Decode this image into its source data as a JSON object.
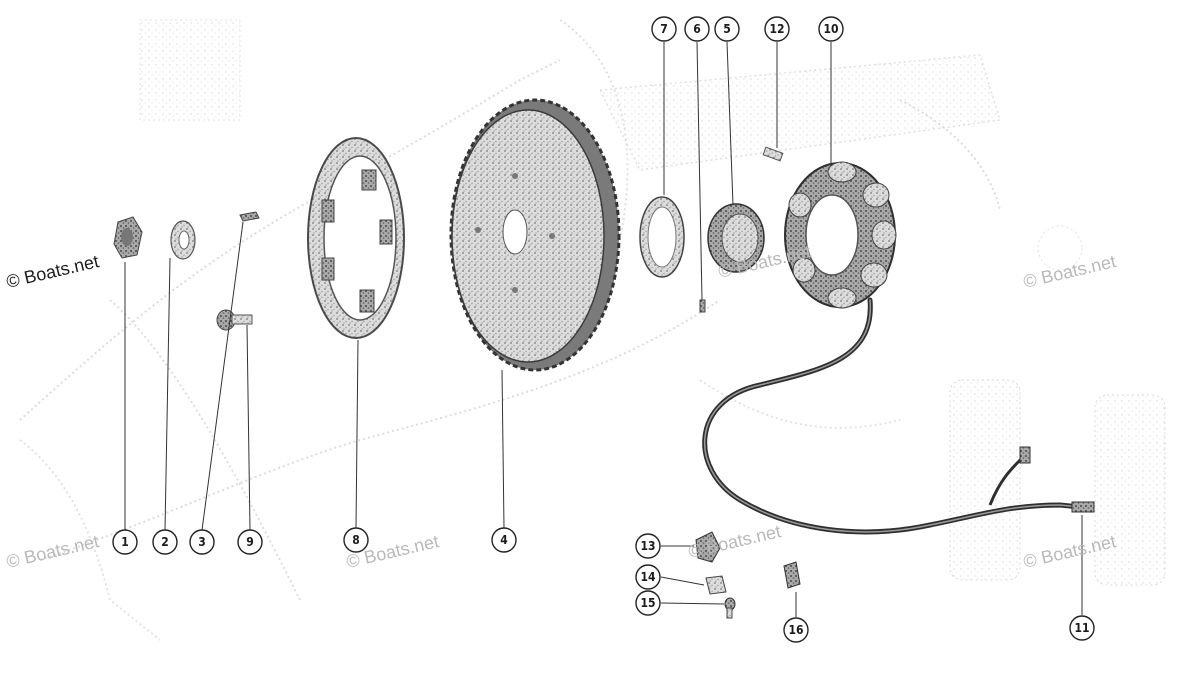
{
  "diagram": {
    "watermark": "© Boats.net",
    "callout_numbers": [
      "1",
      "2",
      "3",
      "9",
      "8",
      "4",
      "7",
      "6",
      "5",
      "12",
      "10",
      "13",
      "14",
      "15",
      "16",
      "11"
    ]
  }
}
